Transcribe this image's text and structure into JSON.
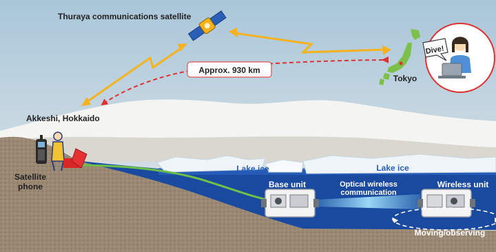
{
  "labels": {
    "satellite": "Thuraya communications satellite",
    "distance": "Approx. 930 km",
    "tokyo": "Tokyo",
    "dive": "Dive!",
    "akkeshi": "Akkeshi, Hokkaido",
    "satellite_phone_line1": "Satellite",
    "satellite_phone_line2": "phone",
    "lake_ice_left": "Lake ice",
    "lake_ice_right": "Lake ice",
    "base_unit": "Base unit",
    "optical_line1": "Optical wireless",
    "optical_line2": "communication",
    "wireless_unit": "Wireless unit",
    "moving": "Moving/observing"
  },
  "icons": {
    "satellite": "satellite-icon",
    "japan_map": "japan-map-icon",
    "operator": "operator-at-laptop-icon",
    "phone": "satellite-phone-icon",
    "person": "person-icon",
    "antenna": "antenna-dish-icon",
    "base_unit": "base-unit-device-icon",
    "wireless_unit": "wireless-unit-device-icon"
  },
  "colors": {
    "link_arrow": "#f5b21c",
    "path_arrow": "#e03030",
    "cable": "#6cc04a",
    "lake": "#1a4aa0",
    "ground": "#9a8670",
    "sky_top": "#a9c6d9",
    "sky_bottom": "#e4e8ea",
    "bubble_border": "#e03030"
  }
}
